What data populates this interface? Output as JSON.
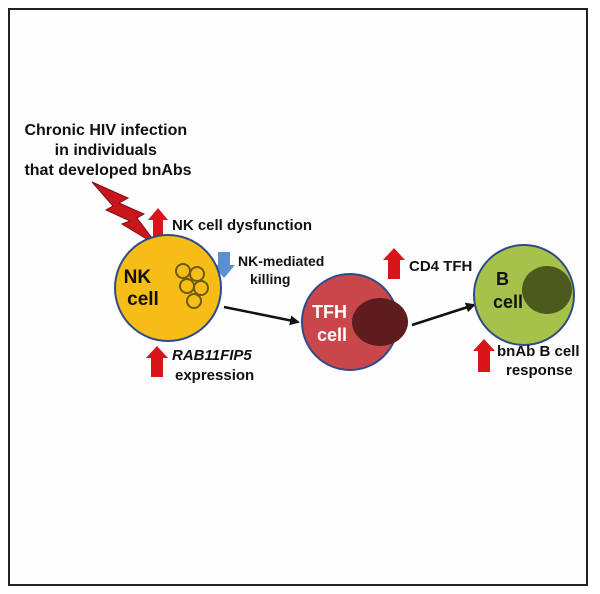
{
  "infection_text": [
    "Chronic HIV infection",
    "in individuals",
    "that developed bnAbs"
  ],
  "nk_dysfunction": "NK cell dysfunction",
  "nk_killing": [
    "NK-mediated",
    "killing"
  ],
  "nk_cell_label": [
    "NK",
    "cell"
  ],
  "rab_expression": [
    "RAB11FIP5",
    "expression"
  ],
  "tfh_cell_label": [
    "TFH",
    "cell"
  ],
  "cd4_tfh": "CD4 TFH",
  "b_cell_label": [
    "B",
    "cell"
  ],
  "bnab_response": [
    "bnAb B cell",
    "response"
  ],
  "colors": {
    "up_arrow": "#d9151b",
    "down_arrow": "#5b8fcf",
    "nk_cell": "#f6bd16",
    "tfh_cell": "#c9474b",
    "tfh_nucleus": "#5e1c1f",
    "b_cell": "#a6c24a",
    "b_nucleus": "#4d5a1e",
    "lightning": "#c8161c"
  }
}
